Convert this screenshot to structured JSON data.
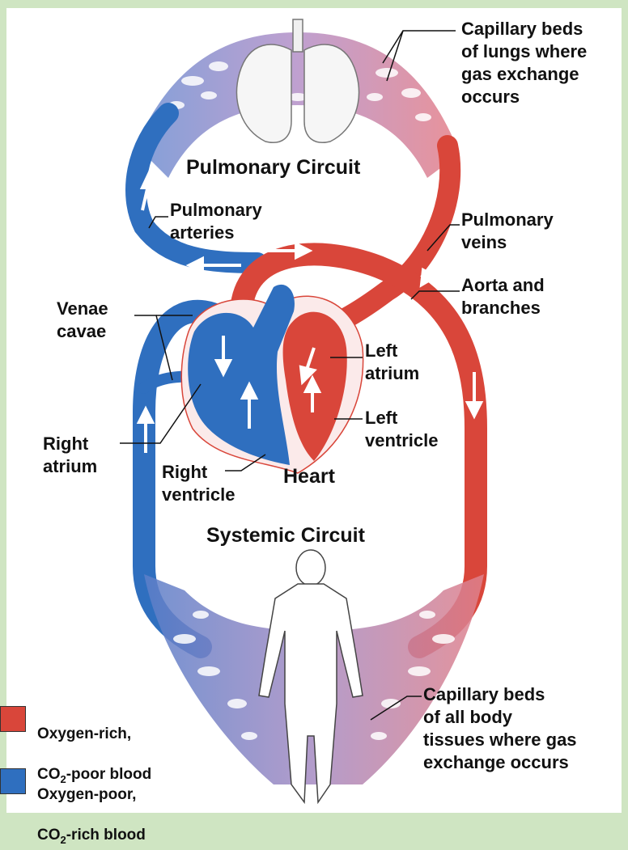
{
  "colors": {
    "oxygen_rich": "#d9463a",
    "oxygen_poor": "#2f6fbf",
    "background": "#cfe5c2"
  },
  "titles": {
    "pulmonary": "Pulmonary Circuit",
    "systemic": "Systemic Circuit",
    "heart": "Heart"
  },
  "labels": {
    "capillary_lungs": "Capillary beds\nof lungs where\ngas exchange\noccurs",
    "pulmonary_arteries": "Pulmonary\narteries",
    "pulmonary_veins": "Pulmonary\nveins",
    "aorta": "Aorta and\nbranches",
    "venae_cavae": "Venae\ncavae",
    "left_atrium": "Left\natrium",
    "left_ventricle": "Left\nventricle",
    "right_atrium": "Right\natrium",
    "right_ventricle": "Right\nventricle",
    "capillary_body": "Capillary beds\nof all body\ntissues where gas\nexchange occurs"
  },
  "legend": [
    {
      "line1": "Oxygen-rich,",
      "line2_prefix": "CO",
      "line2_sub": "2",
      "line2_suffix": "-poor blood",
      "color": "#d9463a"
    },
    {
      "line1": "Oxygen-poor,",
      "line2_prefix": "CO",
      "line2_sub": "2",
      "line2_suffix": "-rich blood",
      "color": "#2f6fbf"
    }
  ]
}
